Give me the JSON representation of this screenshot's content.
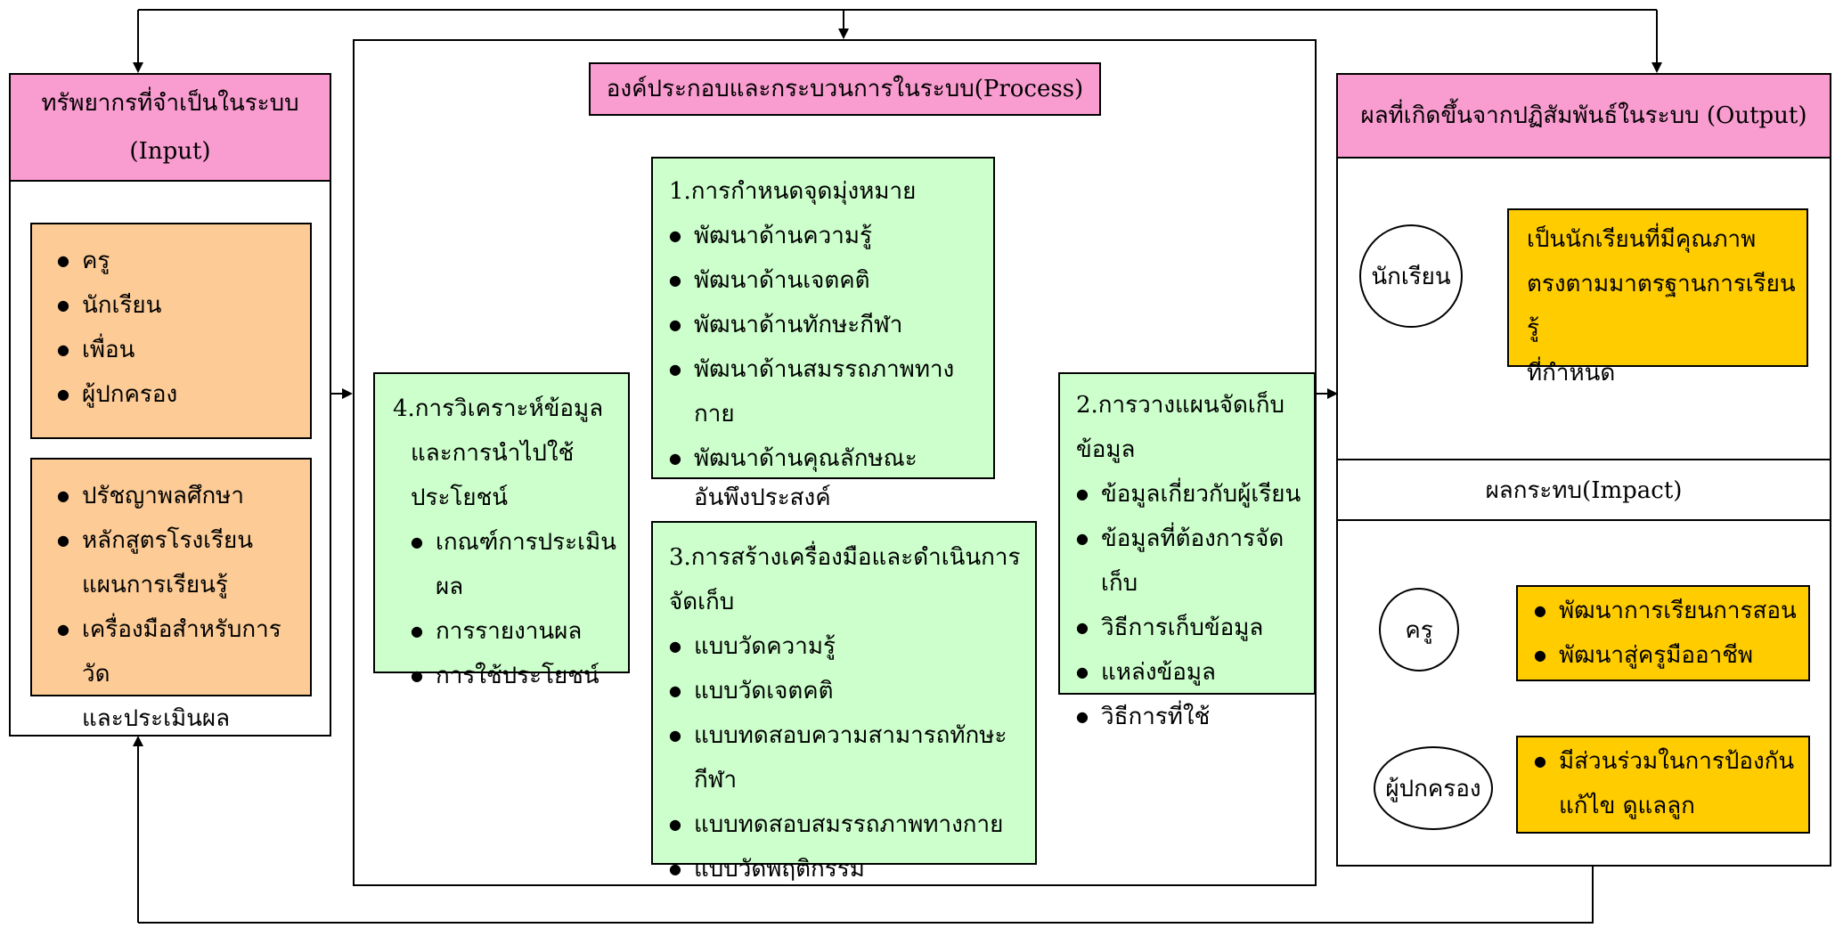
{
  "input": {
    "title": "ทรัพยากรที่จำเป็นในระบบ (Input)",
    "group1": [
      "ครู",
      "นักเรียน",
      "เพื่อน",
      "ผู้ปกครอง"
    ],
    "group2": [
      "ปรัชญาพลศึกษา",
      "หลักสูตรโรงเรียน",
      "แผนการเรียนรู้",
      "เครื่องมือสำหรับการวัด",
      "และประเมินผล"
    ]
  },
  "process": {
    "title": "องค์ประกอบและกระบวนการในระบบ(Process)",
    "step1": {
      "title": "1.การกำหนดจุดมุ่งหมาย",
      "items": [
        "พัฒนาด้านความรู้",
        "พัฒนาด้านเจตคติ",
        "พัฒนาด้านทักษะกีฬา",
        "พัฒนาด้านสมรรถภาพทางกาย",
        "พัฒนาด้านคุณลักษณะ"
      ],
      "cont": "อันพึงประสงค์"
    },
    "step2": {
      "title1": "2.การวางแผนจัดเก็บ",
      "title2": "ข้อมูล",
      "items": [
        "ข้อมูลเกี่ยวกับผู้เรียน",
        "ข้อมูลที่ต้องการจัดเก็บ",
        "วิธีการเก็บข้อมูล",
        "แหล่งข้อมูล",
        "วิธีการที่ใช้"
      ]
    },
    "step3": {
      "title1": "3.การสร้างเครื่องมือและดำเนินการ",
      "title2": "จัดเก็บ",
      "items": [
        "แบบวัดความรู้",
        "แบบวัดเจตคติ",
        "แบบทดสอบความสามารถทักษะกีฬา",
        "แบบทดสอบสมรรถภาพทางกาย",
        "แบบวัดพฤติกรรม"
      ]
    },
    "step4": {
      "title1": "4.การวิเคราะห์ข้อมูล",
      "title2": "และการนำไปใช้",
      "title3": "ประโยชน์",
      "items": [
        "เกณฑ์การประเมินผล",
        "การรายงานผล",
        "การใช้ประโยชน์"
      ]
    }
  },
  "output": {
    "title": "ผลที่เกิดขึ้นจากปฏิสัมพันธ์ในระบบ (Output)",
    "student_label": "นักเรียน",
    "student_result": [
      "เป็นนักเรียนที่มีคุณภาพ",
      "ตรงตามมาตรฐานการเรียนรู้",
      "ที่กำหนด"
    ]
  },
  "impact": {
    "title": "ผลกระทบ(Impact)",
    "teacher_label": "ครู",
    "teacher_items": [
      "พัฒนาการเรียนการสอน",
      "พัฒนาสู่ครูมืออาชีพ"
    ],
    "parent_label": "ผู้ปกครอง",
    "parent_items": [
      "มีส่วนร่วมในการป้องกัน"
    ],
    "parent_cont": "แก้ไข ดูแลลูก"
  }
}
